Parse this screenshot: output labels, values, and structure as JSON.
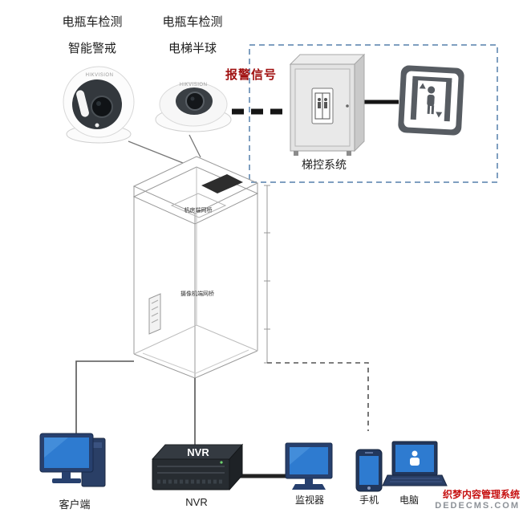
{
  "cameras": {
    "turret": {
      "label_line1": "电瓶车检测",
      "label_line2": "智能警戒",
      "brand": "HIKVISION"
    },
    "dome": {
      "label_line1": "电瓶车检测",
      "label_line2": "电梯半球",
      "brand": "HIKVISION"
    }
  },
  "alarm": {
    "label": "报警信号"
  },
  "control": {
    "system_label": "梯控系统"
  },
  "elevator": {
    "bridge_top": "机房端网桥",
    "bridge_bottom": "摄像机端网桥"
  },
  "devices": {
    "client": {
      "label": "客户端"
    },
    "nvr": {
      "label": "NVR",
      "device_text": "NVR"
    },
    "monitor": {
      "label": "监视器"
    },
    "phone": {
      "label": "手机"
    },
    "laptop": {
      "label": "电脑"
    }
  },
  "watermark": {
    "line1": "织梦内容管理系统",
    "line2": "DEDECMS.COM"
  },
  "colors": {
    "dashed_box": "#7f9fc0",
    "connector_line": "#555555",
    "alarm_text": "#a01010",
    "watermark_red": "#c61010",
    "watermark_gray": "#8d9298",
    "screen_blue": "#2e7bd0",
    "device_navy": "#27406e",
    "nvr_dark": "#2a2f35"
  }
}
